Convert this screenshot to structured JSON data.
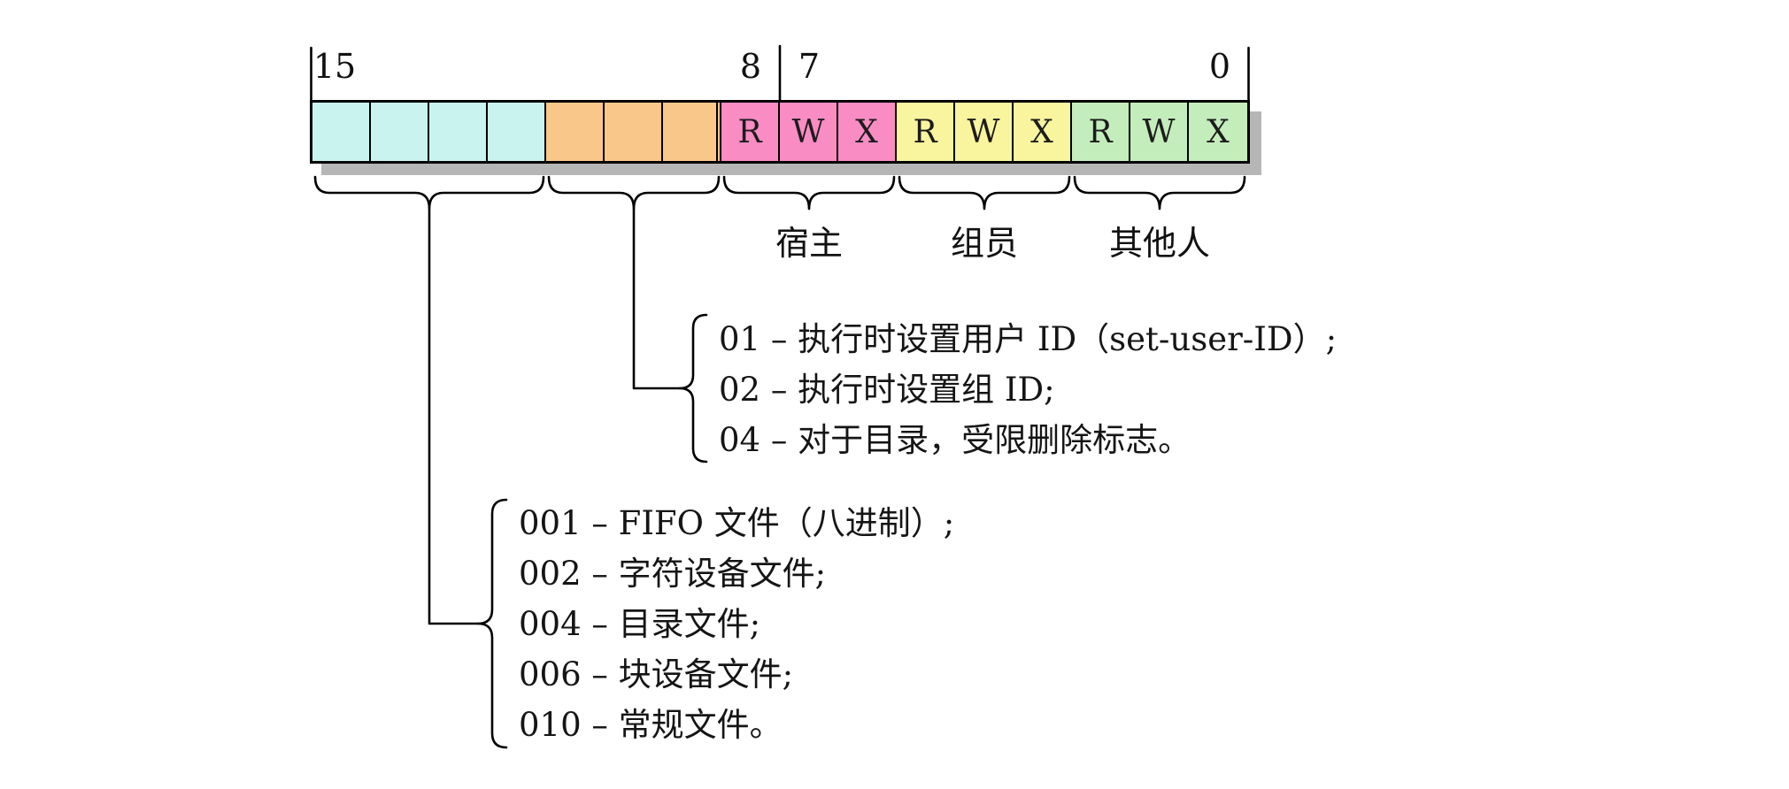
{
  "diagram": {
    "bit_labels": {
      "b15": "15",
      "b8": "8",
      "b7": "7",
      "b0": "0"
    },
    "colors": {
      "file_type": "#c9f3ef",
      "set_id": "#f9c78a",
      "owner": "#fa8cc4",
      "group": "#f8f59e",
      "other": "#c4edbc",
      "shadow": "#b6b6b6"
    },
    "cells": {
      "file_type": [
        "",
        "",
        "",
        ""
      ],
      "set_id": [
        "",
        "",
        ""
      ],
      "owner": [
        "R",
        "W",
        "X"
      ],
      "group": [
        "R",
        "W",
        "X"
      ],
      "other": [
        "R",
        "W",
        "X"
      ]
    },
    "group_labels": {
      "owner": "宿主",
      "group": "组员",
      "other": "其他人"
    },
    "set_id_legend": {
      "items": [
        "01 – 执行时设置用户 ID（set-user-ID）;",
        "02 – 执行时设置组 ID;",
        "04 – 对于目录，受限删除标志。"
      ]
    },
    "file_type_legend": {
      "items": [
        "001 – FIFO 文件（八进制）;",
        "002 – 字符设备文件;",
        "004 – 目录文件;",
        "006 – 块设备文件;",
        "010 – 常规文件。"
      ]
    }
  }
}
